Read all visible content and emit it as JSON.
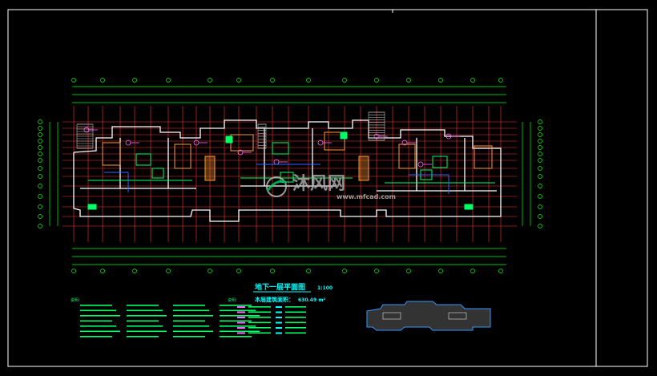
{
  "drawing": {
    "title": "地下一层平面图",
    "scale": "1:100",
    "subtitle": "本层建筑面积：",
    "area_value": "630.49 m²"
  },
  "watermark": {
    "text": "沐风网",
    "url": "www.mfcad.com"
  },
  "notes": {
    "heading_left": "说明：",
    "heading_right": "说明："
  },
  "colors": {
    "background": "#000000",
    "frame": "#ffffff",
    "grid": "#ff3030",
    "dims": "#00ff00",
    "walls": "#ffffff",
    "partition": "#ff9933",
    "equipment": "#00ff66",
    "stairs": "#c0c0c0",
    "annot": "#ff66ff",
    "pipe": "#3366ff"
  }
}
